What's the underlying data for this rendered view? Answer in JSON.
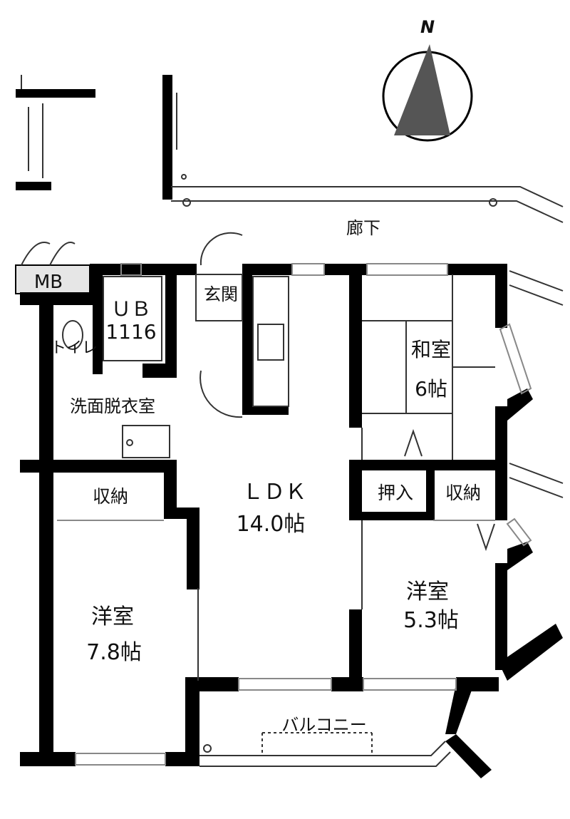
{
  "compass": {
    "label": "N"
  },
  "rooms": {
    "corridor": "廊下",
    "mb": "MB",
    "entrance": "玄関",
    "unit_bath": {
      "line1": "ＵＢ",
      "line2": "1116"
    },
    "toilet": "トイレ",
    "washroom": "洗面脱衣室",
    "storage_left": "収納",
    "ldk": {
      "name": "ＬＤＫ",
      "size": "14.0帖"
    },
    "washitsu": {
      "name": "和室",
      "size": "6帖"
    },
    "oshiire": "押入",
    "storage_right": "収納",
    "western_right": {
      "name": "洋室",
      "size": "5.3帖"
    },
    "western_left": {
      "name": "洋室",
      "size": "7.8帖"
    },
    "balcony": "バルコニー"
  },
  "colors": {
    "wall": "#000000",
    "mb_fill": "#e6e6e6",
    "compass_fill": "#555555"
  }
}
